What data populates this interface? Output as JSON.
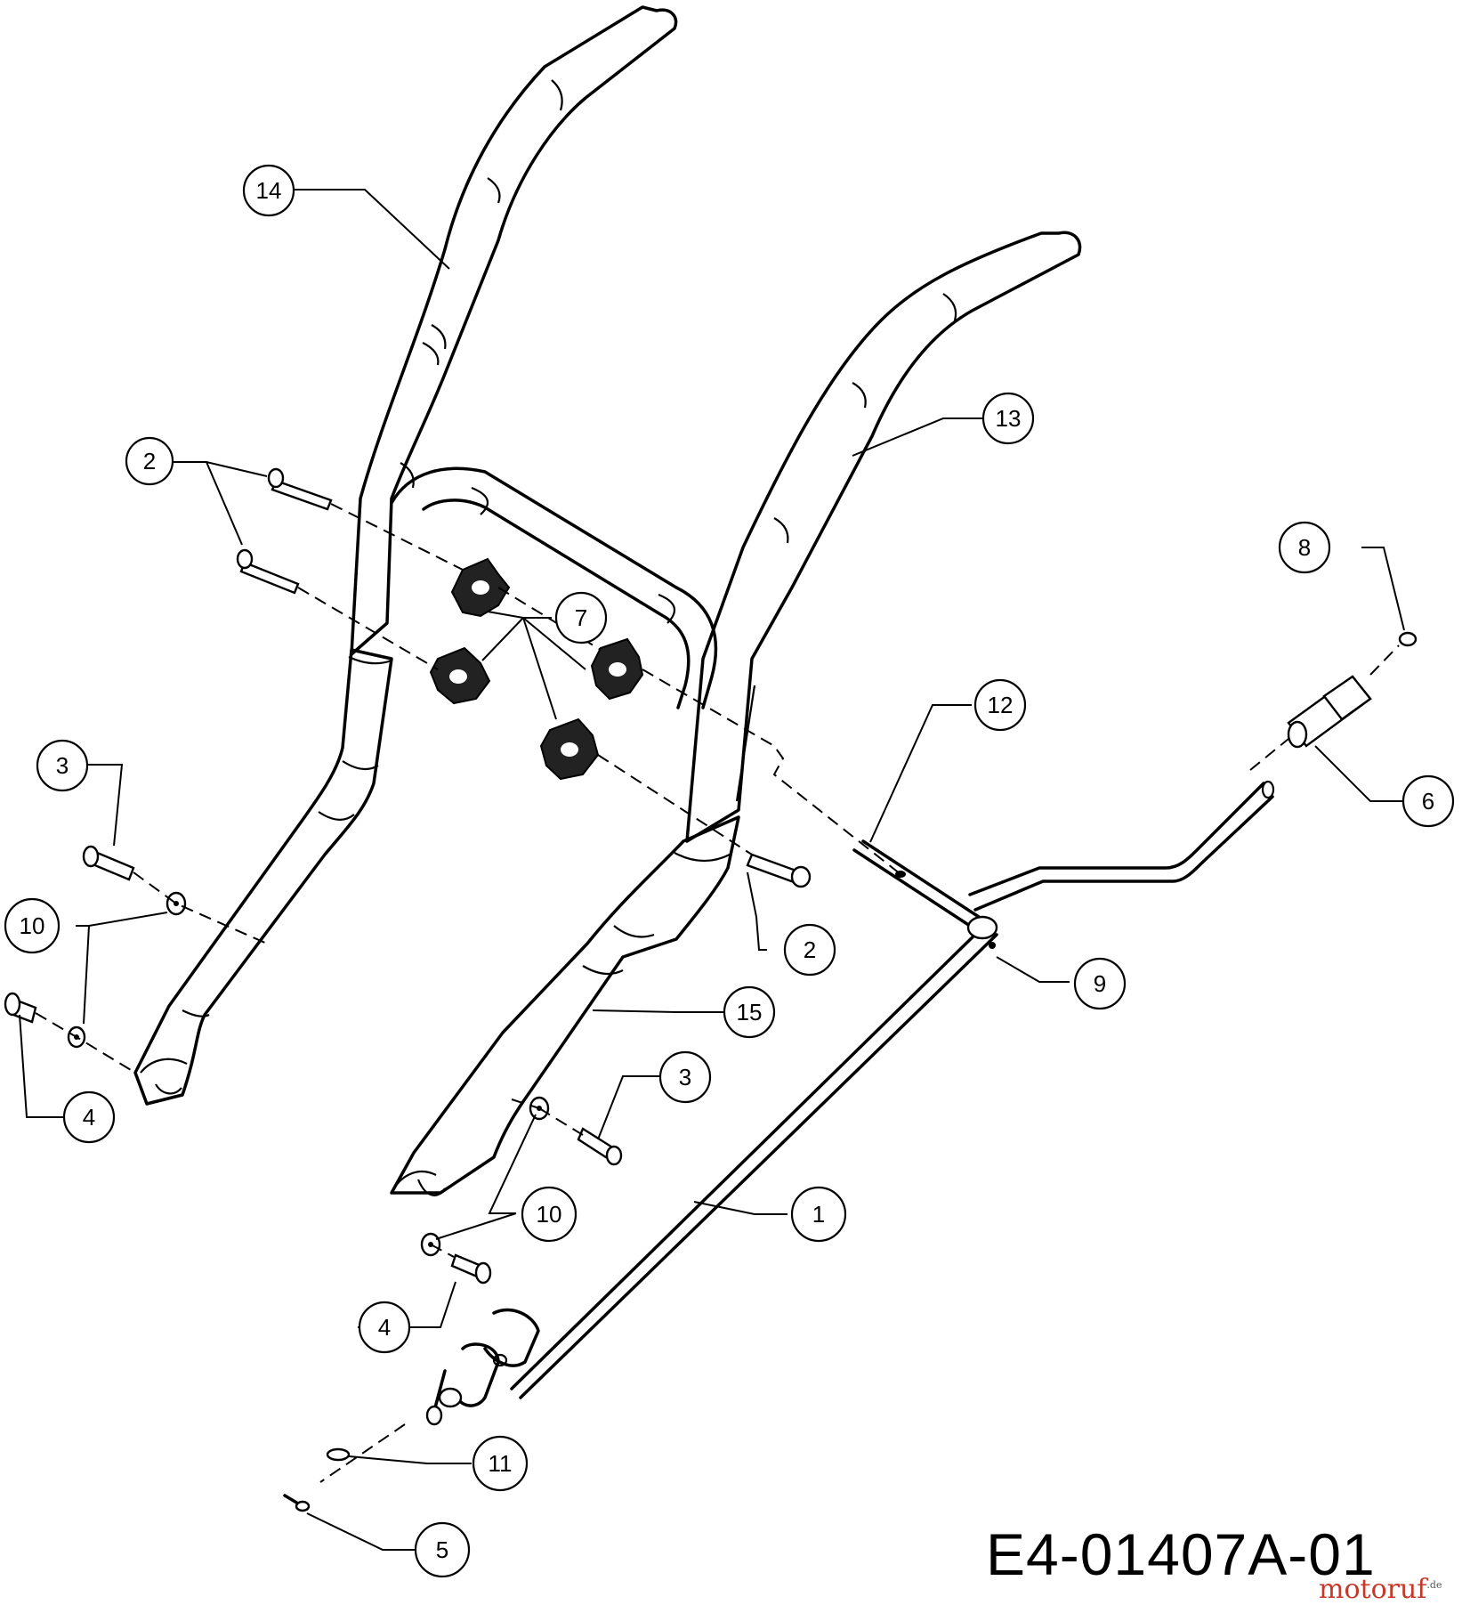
{
  "drawing": {
    "reference_code": "E4-01407A-01",
    "watermark": "motoruf",
    "watermark_suffix": ".de"
  },
  "callouts": [
    {
      "id": "c14",
      "label": "14"
    },
    {
      "id": "c13",
      "label": "13"
    },
    {
      "id": "c2a",
      "label": "2"
    },
    {
      "id": "c7",
      "label": "7"
    },
    {
      "id": "c8",
      "label": "8"
    },
    {
      "id": "c12",
      "label": "12"
    },
    {
      "id": "c6",
      "label": "6"
    },
    {
      "id": "c3a",
      "label": "3"
    },
    {
      "id": "c10a",
      "label": "10"
    },
    {
      "id": "c4a",
      "label": "4"
    },
    {
      "id": "c2b",
      "label": "2"
    },
    {
      "id": "c9",
      "label": "9"
    },
    {
      "id": "c15",
      "label": "15"
    },
    {
      "id": "c3b",
      "label": "3"
    },
    {
      "id": "c10b",
      "label": "10"
    },
    {
      "id": "c1",
      "label": "1"
    },
    {
      "id": "c4b",
      "label": "4"
    },
    {
      "id": "c11",
      "label": "11"
    },
    {
      "id": "c5",
      "label": "5"
    }
  ]
}
